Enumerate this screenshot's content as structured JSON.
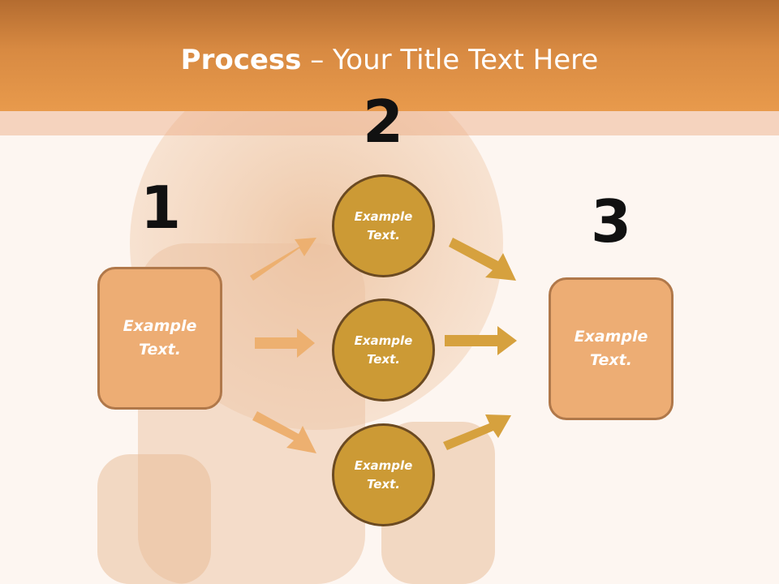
{
  "slide": {
    "title_bold": "Process",
    "title_sep": " – ",
    "title_rest": "Your Title Text Here"
  },
  "diagram": {
    "step1": {
      "number": "1",
      "box_text": "Example Text."
    },
    "step2": {
      "number": "2",
      "circles": [
        "Example Text.",
        "Example Text.",
        "Example Text."
      ]
    },
    "step3": {
      "number": "3",
      "box_text": "Example Text."
    }
  },
  "colors": {
    "header": "#e89a4c",
    "box_fill": "#edad74",
    "circle_fill": "#cc9a35",
    "arrow_left": "#edb070",
    "arrow_right": "#d6a13e"
  }
}
